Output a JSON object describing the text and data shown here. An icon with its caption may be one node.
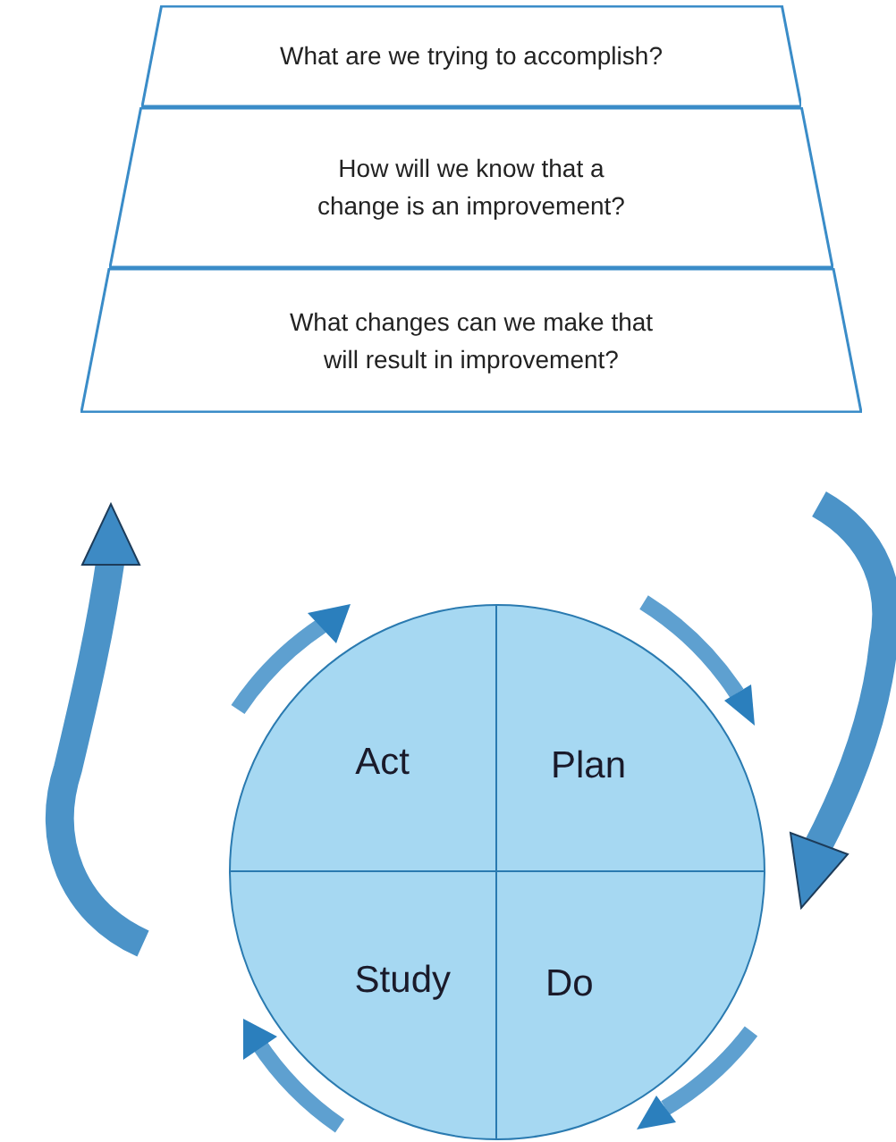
{
  "diagram": {
    "nodes": [
      {
        "text": [
          "What are we trying to accomplish?"
        ]
      },
      {
        "text": [
          "How will we know that a change is an improvement?"
        ]
      },
      {
        "text": [
          "What changes can we make that will result in improvement?"
        ]
      },
      {
        "text": [],
        "shape": "circle"
      },
      {
        "text": [
          "Act"
        ],
        "in": 3
      },
      {
        "text": [
          "Plan"
        ],
        "in": 3
      },
      {
        "text": [
          "Study"
        ],
        "in": 3
      },
      {
        "text": [
          "Do"
        ],
        "in": 3
      }
    ]
  }
}
